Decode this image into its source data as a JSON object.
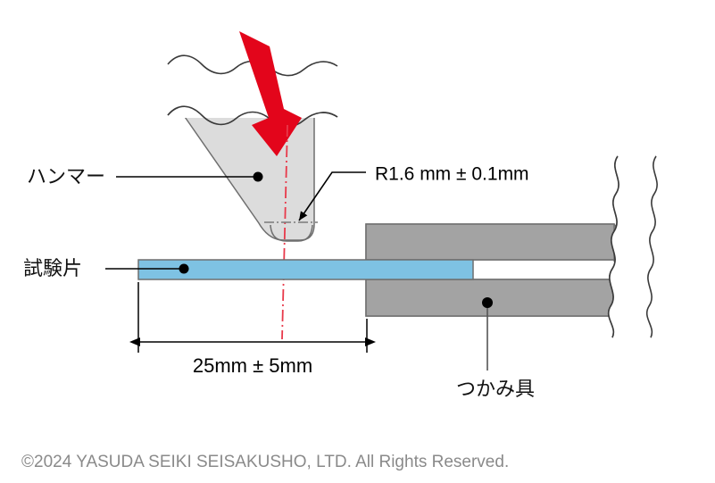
{
  "figure": {
    "title": "Impact test setup diagram",
    "labels": {
      "hammer": "ハンマー",
      "specimen": "試験片",
      "grip": "つかみ具",
      "radius": "R1.6 mm ± 0.1mm",
      "dimension": "25mm ± 5mm"
    },
    "colors": {
      "specimen_fill": "#7ec2e3",
      "specimen_stroke": "#6f6f6f",
      "grip_fill": "#a3a3a3",
      "grip_stroke": "#6f6f6f",
      "hammer_fill": "#dcdcdc",
      "hammer_stroke": "#6f6f6f",
      "arrow_red": "#e3051b",
      "centerline_red": "#e8394a",
      "leader_black": "#000000",
      "copyright_gray": "#8a8a8a",
      "background": "#ffffff"
    }
  },
  "footer": {
    "copyright": "©2024 YASUDA SEIKI SEISAKUSHO, LTD. All Rights Reserved."
  }
}
